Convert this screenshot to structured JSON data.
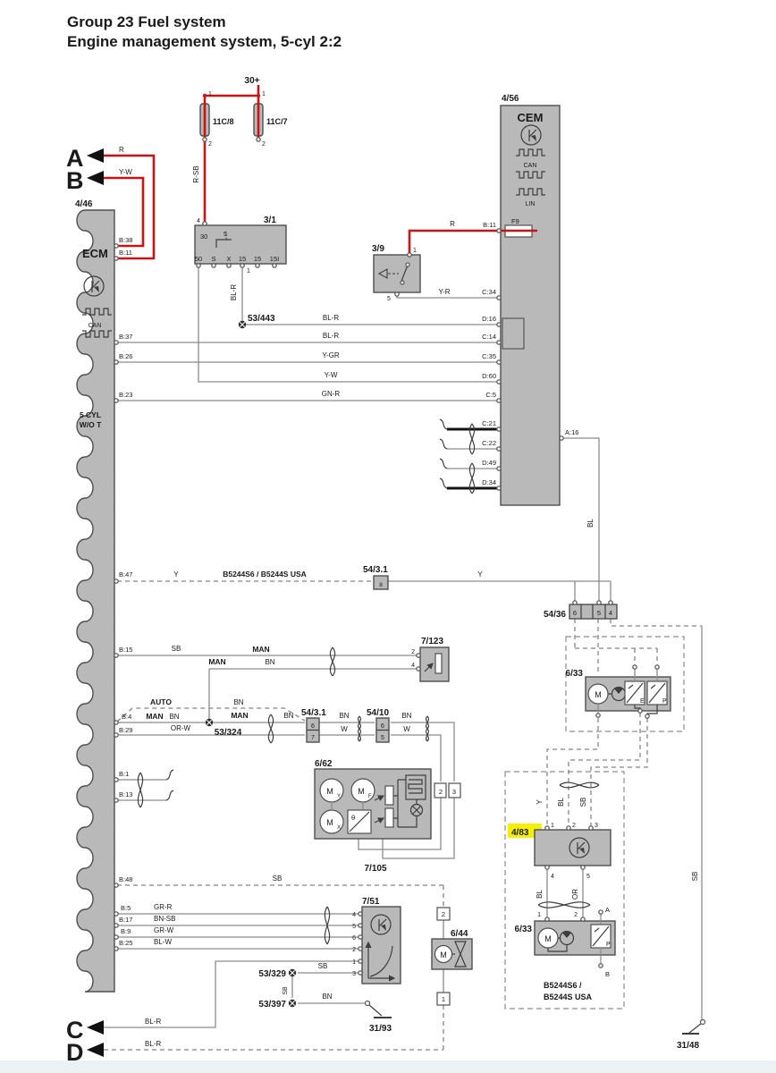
{
  "title": {
    "line1": "Group 23 Fuel system",
    "line2": "Engine management system, 5-cyl 2:2"
  },
  "offpage": {
    "a": "A",
    "b": "B",
    "c": "C",
    "d": "D",
    "wire_a": "R",
    "wire_b": "Y-W",
    "wire_c": "BL-R",
    "wire_d": "BL-R"
  },
  "supply": {
    "label": "30+"
  },
  "fuses": {
    "f1": "11C/8",
    "f2": "11C/7",
    "pin1": "1",
    "pin2": "2",
    "f1_wire": "R-SB",
    "cem_fuse": "F9"
  },
  "ecm": {
    "id": "4/46",
    "name": "ECM",
    "bus": "CAN",
    "note1": "5 CYL",
    "note2": "W/O T",
    "pins": {
      "b38": "B:38",
      "b11": "B:11",
      "b37": "B:37",
      "b26": "B:26",
      "b23": "B:23",
      "b47": "B:47",
      "b15": "B:15",
      "b4": "B:4",
      "b29": "B:29",
      "b1": "B:1",
      "b13": "B:13",
      "b48": "B:48",
      "b5": "B:5",
      "b17": "B:17",
      "b9": "B:9",
      "b25": "B:25"
    }
  },
  "cem": {
    "id": "4/56",
    "name": "CEM",
    "bus1": "CAN",
    "bus2": "LIN",
    "pins": {
      "b11": "B:11",
      "c34": "C:34",
      "d16": "D:16",
      "c14": "C:14",
      "c35": "C:35",
      "d60": "D:60",
      "c5": "C:5",
      "c21": "C:21",
      "c22": "C:22",
      "d49": "D:49",
      "d34": "D:34",
      "a16": "A:16"
    }
  },
  "relay": {
    "id": "3/1",
    "pin_top": "4",
    "t30": "30",
    "t5": "5",
    "p50": "50",
    "ps": "S",
    "px": "X",
    "p15a": "15",
    "p15b": "15",
    "p15i": "15I",
    "out_pin": "1",
    "out_wire": "BL-R"
  },
  "sw39": {
    "id": "3/9",
    "p1": "1",
    "p5": "5"
  },
  "wires": {
    "r": "R",
    "yr": "Y-R",
    "d16": "BL-R",
    "c14": "BL-R",
    "c35": "Y-GR",
    "d60": "Y-W",
    "c5": "GN-R",
    "bl": "BL",
    "y1": "Y",
    "y2": "Y",
    "variant": "B5244S6 / B5244S USA",
    "sb15": "SB",
    "man1": "MAN",
    "man2": "MAN",
    "bn1": "BN",
    "auto": "AUTO",
    "bn_auto": "BN",
    "man3": "MAN",
    "bn2": "BN",
    "man4": "MAN",
    "bn3": "BN",
    "bn4": "BN",
    "bn5": "BN",
    "orw": "OR-W",
    "w1": "W",
    "w2": "W",
    "sb48": "SB",
    "grr": "GR-R",
    "bnsb": "BN-SB",
    "grw": "GR-W",
    "blw": "BL-W",
    "sb329": "SB",
    "sbv": "SB",
    "bn397": "BN",
    "y83": "Y",
    "bl83": "BL",
    "sb83": "SB",
    "bl33": "BL",
    "or33": "OR",
    "sbr": "SB"
  },
  "splices": {
    "s443": "53/443",
    "s324": "53/324",
    "s329": "53/329",
    "s397": "53/397"
  },
  "conn": {
    "c31a": {
      "id": "54/3.1",
      "p8": "8"
    },
    "c36": {
      "id": "54/36",
      "p6": "6",
      "p5": "5",
      "p4": "4"
    },
    "c31b": {
      "id": "54/3.1",
      "p6": "6",
      "p7": "7"
    },
    "c10": {
      "id": "54/10",
      "p6": "6",
      "p5": "5"
    }
  },
  "u633t": {
    "id": "6/33",
    "m": "M",
    "e": "E",
    "p": "P"
  },
  "u7123": {
    "id": "7/123",
    "p2": "2",
    "p4": "4"
  },
  "u662": {
    "id": "6/62",
    "m": "M",
    "s1": "Y",
    "s2": "F",
    "s3": "X",
    "theta": "θ"
  },
  "u7105": {
    "id": "7/105",
    "p2": "2",
    "p3": "3"
  },
  "u483": {
    "id": "4/83",
    "p1": "1",
    "p2": "2",
    "p3": "3",
    "p4": "4",
    "p5": "5"
  },
  "u633b": {
    "id": "6/33",
    "p1": "1",
    "p2": "2",
    "pa": "A",
    "pb": "B",
    "m": "M",
    "p": "P",
    "v1": "B5244S6 /",
    "v2": "B5244S USA"
  },
  "u751": {
    "id": "7/51",
    "p4": "4",
    "p5": "5",
    "p6": "6",
    "p2": "2",
    "p1": "1",
    "p3": "3"
  },
  "u644": {
    "id": "6/44",
    "ptop": "2",
    "pbot": "1",
    "m": "M"
  },
  "grounds": {
    "g93": "31/93",
    "g48": "31/48"
  }
}
